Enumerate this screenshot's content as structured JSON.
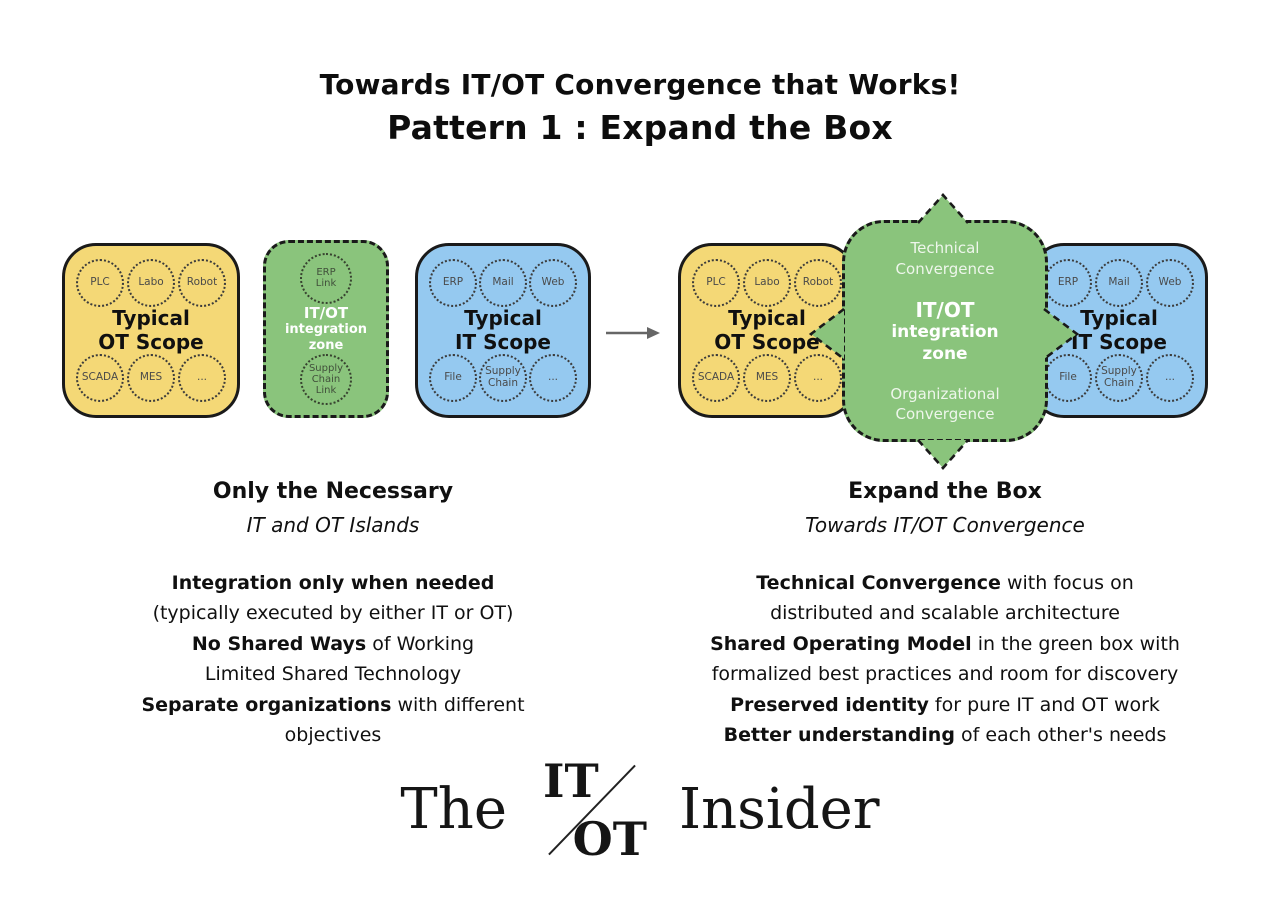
{
  "title": {
    "line1": "Towards IT/OT Convergence that Works!",
    "line2": "Pattern 1 : Expand the Box"
  },
  "colors": {
    "yellow": "#F4D876",
    "green": "#8AC47C",
    "blue": "#95C9F0",
    "border": "#1A1A1A",
    "arrow": "#666666"
  },
  "icons": {
    "flow_arrow": "right-arrow",
    "expand_arrows": "green-dashed-arrowheads-up-down-left-right"
  },
  "diagram_left": {
    "ot_box": {
      "title": "Typical\nOT Scope",
      "top_circles": [
        "PLC",
        "Labo",
        "Robot"
      ],
      "bottom_circles": [
        "SCADA",
        "MES",
        "..."
      ]
    },
    "integration_box": {
      "top_circle": "ERP\nLink",
      "title_main": "IT/OT",
      "title_sub": "integration\nzone",
      "bottom_circle": "Supply\nChain\nLink"
    },
    "it_box": {
      "title": "Typical\nIT Scope",
      "top_circles": [
        "ERP",
        "Mail",
        "Web"
      ],
      "bottom_circles": [
        "File",
        "Supply\nChain",
        "..."
      ]
    }
  },
  "diagram_right": {
    "ot_box": {
      "title": "Typical\nOT Scope",
      "top_circles": [
        "PLC",
        "Labo",
        "Robot"
      ],
      "bottom_circles": [
        "SCADA",
        "MES",
        "..."
      ]
    },
    "integration_box": {
      "top_label": "Technical\nConvergence",
      "title_main": "IT/OT",
      "title_sub": "integration\nzone",
      "bottom_label": "Organizational\nConvergence"
    },
    "it_box": {
      "title": "Typical\nIT Scope",
      "top_circles": [
        "ERP",
        "Mail",
        "Web"
      ],
      "bottom_circles": [
        "File",
        "Supply\nChain",
        "..."
      ]
    }
  },
  "captions": {
    "left": {
      "heading": "Only the Necessary",
      "subheading": "IT and OT Islands",
      "bullets": [
        {
          "bold": "Integration only when needed",
          "rest": ""
        },
        {
          "bold": "",
          "rest": "(typically executed by either IT or OT)"
        },
        {
          "bold": "No Shared Ways",
          "rest": " of Working"
        },
        {
          "bold": "",
          "rest": "Limited Shared Technology"
        },
        {
          "bold": "Separate organizations",
          "rest": " with different\nobjectives"
        }
      ]
    },
    "right": {
      "heading": "Expand the Box",
      "subheading": "Towards IT/OT Convergence",
      "bullets": [
        {
          "bold": "Technical Convergence",
          "rest": " with focus on\ndistributed and scalable architecture"
        },
        {
          "bold": "Shared Operating Model",
          "rest": " in the green box with\nformalized best practices and room for discovery"
        },
        {
          "bold": "Preserved identity",
          "rest": " for pure IT and OT work"
        },
        {
          "bold": "Better understanding",
          "rest": " of each other's needs"
        }
      ]
    }
  },
  "logo": {
    "word1": "The",
    "it": "IT",
    "ot": "OT",
    "word2": "Insider"
  }
}
